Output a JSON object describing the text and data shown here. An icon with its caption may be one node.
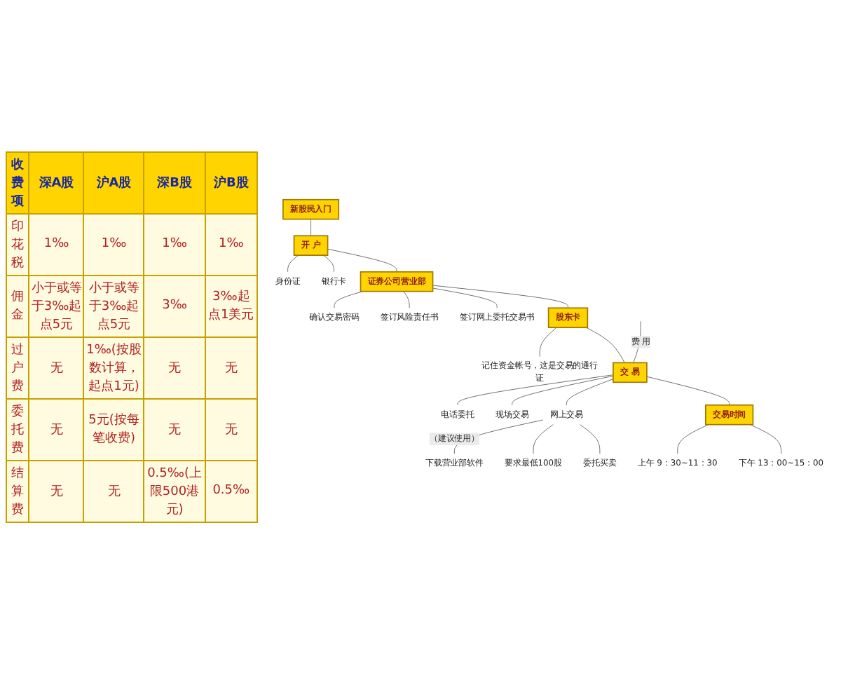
{
  "diagram": {
    "nodes": [
      {
        "text": [
          "新股民入门"
        ]
      },
      {
        "text": [
          "开 户"
        ]
      },
      {
        "text": [
          "身份证"
        ]
      },
      {
        "text": [
          "银行卡"
        ]
      },
      {
        "text": [
          "证券公司营业部"
        ]
      },
      {
        "text": [
          "确认交易密码"
        ]
      },
      {
        "text": [
          "签订风险责任书"
        ]
      },
      {
        "text": [
          "签订网上委托交易书"
        ]
      },
      {
        "text": [
          "股东卡"
        ]
      },
      {
        "text": [
          "记住资金帐号，这是交易的通行证"
        ]
      },
      {
        "text": [
          "交 易"
        ]
      },
      {
        "text": [
          "电话委托"
        ]
      },
      {
        "text": [
          "现场交易"
        ]
      },
      {
        "text": [
          "网上交易"
        ]
      },
      {
        "text": [
          "下载营业部软件"
        ]
      },
      {
        "text": [
          "要求最低100股"
        ]
      },
      {
        "text": [
          "委托买卖"
        ]
      },
      {
        "text": [
          "交易时间"
        ]
      },
      {
        "text": [
          "上午 9：30~11：30"
        ]
      },
      {
        "text": [
          "下午 13：00~15：00"
        ]
      }
    ],
    "edges": [
      {
        "from": 0,
        "to": 1,
        "arrow": "none"
      },
      {
        "from": 1,
        "to": 2,
        "arrow": "none"
      },
      {
        "from": 1,
        "to": 3,
        "arrow": "none"
      },
      {
        "from": 1,
        "to": 4,
        "arrow": "none"
      },
      {
        "from": 4,
        "to": 5,
        "arrow": "none"
      },
      {
        "from": 4,
        "to": 6,
        "arrow": "none"
      },
      {
        "from": 4,
        "to": 7,
        "arrow": "none"
      },
      {
        "from": 4,
        "to": 8,
        "arrow": "none"
      },
      {
        "from": 8,
        "to": 9,
        "arrow": "none"
      },
      {
        "from": 8,
        "to": 10,
        "arrow": "none"
      },
      {
        "from": null,
        "to": 10,
        "arrow": "none",
        "label": "费 用"
      },
      {
        "from": 10,
        "to": 11,
        "arrow": "none"
      },
      {
        "from": 10,
        "to": 12,
        "arrow": "none"
      },
      {
        "from": 10,
        "to": 13,
        "arrow": "none"
      },
      {
        "from": 13,
        "to": 14,
        "arrow": "none",
        "label": "（建议使用）"
      },
      {
        "from": 13,
        "to": 15,
        "arrow": "none"
      },
      {
        "from": 13,
        "to": 16,
        "arrow": "none"
      },
      {
        "from": 10,
        "to": 17,
        "arrow": "none"
      },
      {
        "from": 17,
        "to": 18,
        "arrow": "none"
      },
      {
        "from": 17,
        "to": 19,
        "arrow": "none"
      }
    ],
    "labels": [
      "收费项",
      "深A股",
      "沪A股",
      "深B股",
      "沪B股",
      "印花税",
      "1‰",
      "1‰",
      "1‰",
      "1‰",
      "佣金",
      "小于或等于3‰起点5元",
      "小于或等于3‰起点5元",
      "3‰",
      "3‰起点1美元",
      "过户费",
      "无",
      "1‰(按股数计算，起点1元)",
      "无",
      "无",
      "委托费",
      "无",
      "5元(按每笔收费)",
      "无",
      "无",
      "结算费",
      "无",
      "无",
      "0.5‰(上限500港元)",
      "0.5‰"
    ]
  }
}
